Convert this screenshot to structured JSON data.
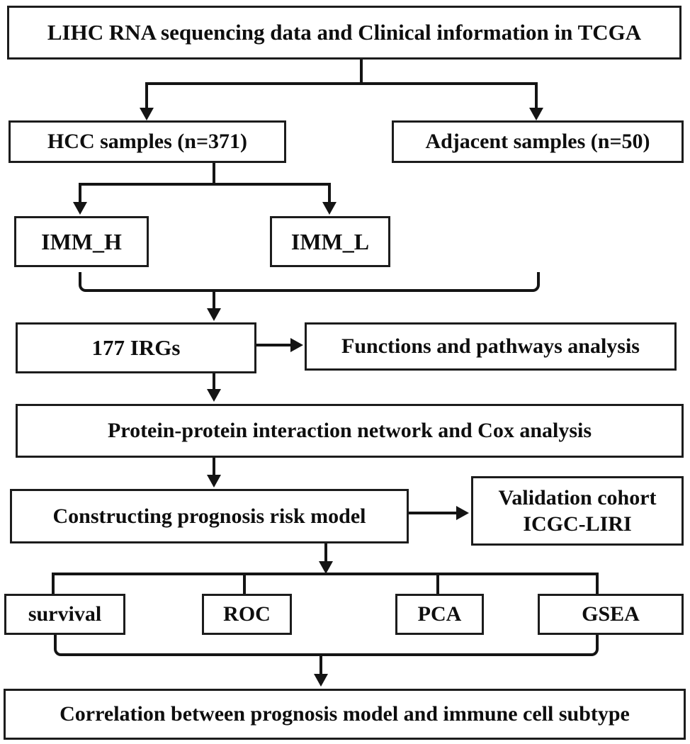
{
  "diagram": {
    "type": "flowchart",
    "background_color": "#ffffff",
    "line_color": "#141414",
    "box_border_color": "#1c1c1c",
    "text_color": "#0e0e0e",
    "nodes": {
      "tcga": {
        "label": "LIHC RNA sequencing data and Clinical information in TCGA"
      },
      "hcc": {
        "label": "HCC samples (n=371)"
      },
      "adjacent": {
        "label": "Adjacent samples (n=50)"
      },
      "imm_h": {
        "label": "IMM_H"
      },
      "imm_l": {
        "label": "IMM_L"
      },
      "irgs": {
        "label": "177 IRGs"
      },
      "functions": {
        "label": "Functions and pathways analysis"
      },
      "ppi_cox": {
        "label": "Protein-protein interaction network and Cox analysis"
      },
      "risk_model": {
        "label": "Constructing prognosis risk model"
      },
      "validation": {
        "label": "Validation cohort\nICGC-LIRI"
      },
      "survival": {
        "label": "survival"
      },
      "roc": {
        "label": "ROC"
      },
      "pca": {
        "label": "PCA"
      },
      "gsea": {
        "label": "GSEA"
      },
      "correlation": {
        "label": "Correlation between prognosis model and immune cell subtype"
      }
    },
    "edges": [
      {
        "from": "tcga",
        "to": "hcc"
      },
      {
        "from": "tcga",
        "to": "adjacent"
      },
      {
        "from": "hcc",
        "to": "imm_h"
      },
      {
        "from": "hcc",
        "to": "imm_l"
      },
      {
        "from": [
          "imm_h",
          "imm_l",
          "adjacent"
        ],
        "to": "irgs"
      },
      {
        "from": "irgs",
        "to": "functions"
      },
      {
        "from": "irgs",
        "to": "ppi_cox"
      },
      {
        "from": "ppi_cox",
        "to": "risk_model"
      },
      {
        "from": "risk_model",
        "to": "validation"
      },
      {
        "from": "risk_model",
        "to": [
          "survival",
          "roc",
          "pca",
          "gsea"
        ]
      },
      {
        "from": [
          "survival",
          "roc",
          "pca",
          "gsea"
        ],
        "to": "correlation"
      }
    ]
  }
}
